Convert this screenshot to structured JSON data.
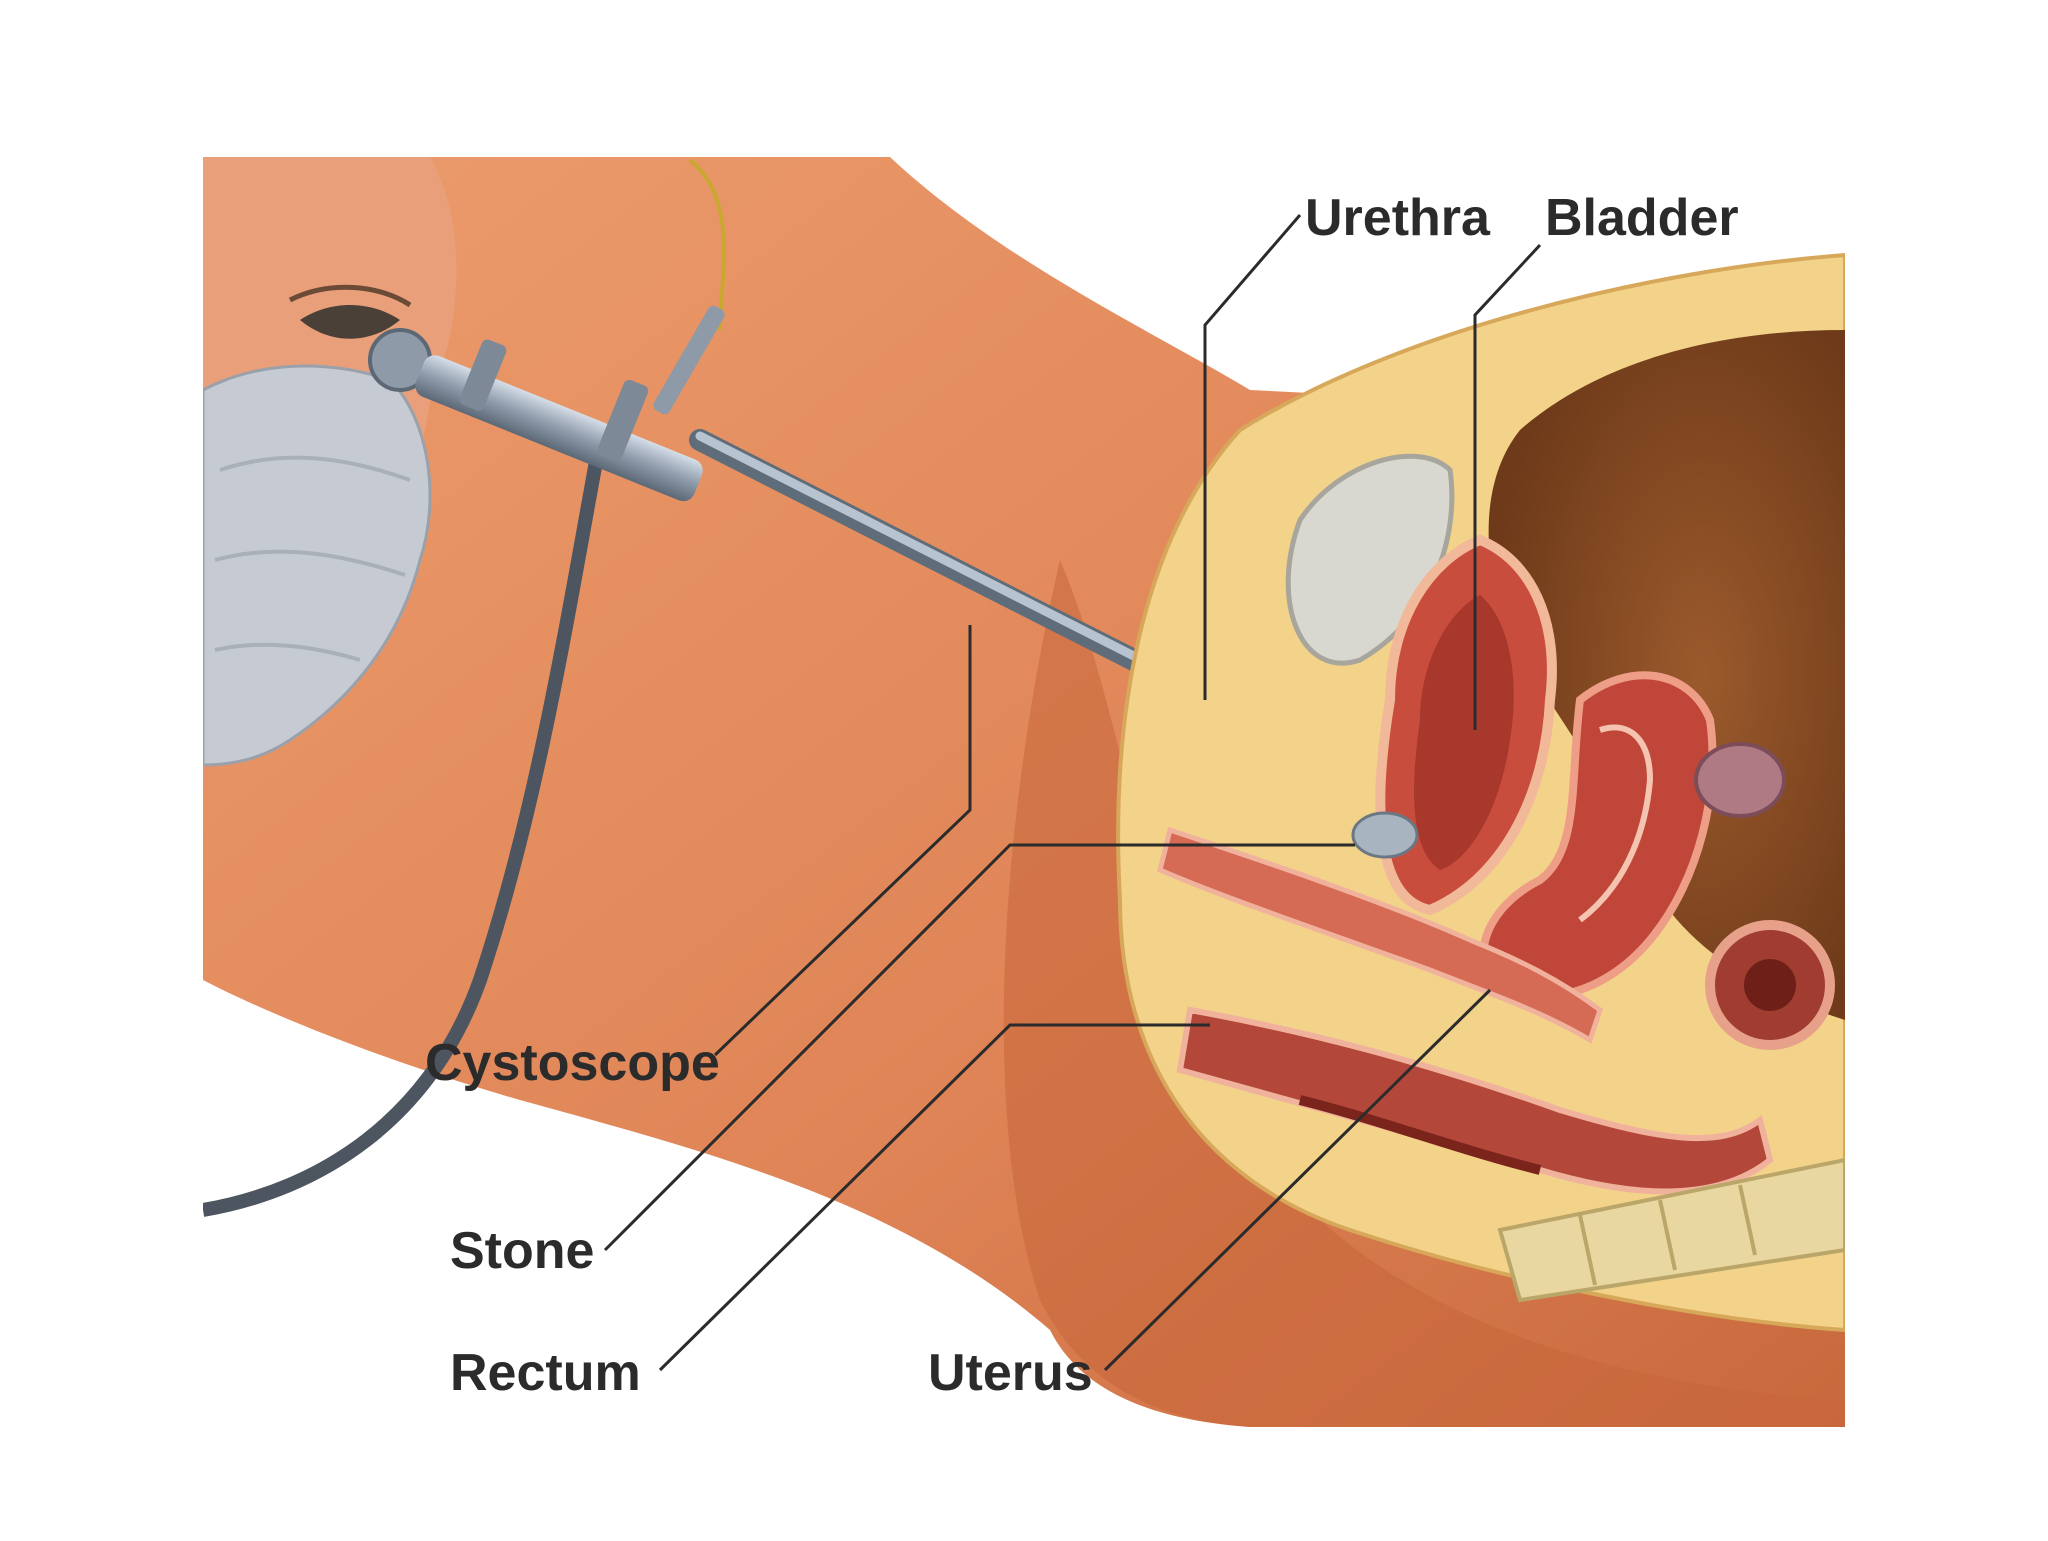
{
  "labels": {
    "urethra": "Urethra",
    "bladder": "Bladder",
    "cystoscope": "Cystoscope",
    "stone": "Stone",
    "rectum": "Rectum",
    "uterus": "Uterus"
  },
  "colors": {
    "skin": "#e08a5c",
    "skin_shadow": "#c96a3e",
    "fat": "#f3d289",
    "organ_red": "#c94d3c",
    "organ_dark": "#8e2a22",
    "bladder_cavity": "#8a4d25",
    "mask": "#c7ccd4",
    "instrument": "#9aa8b6",
    "bone": "#cfcfc7",
    "label": "#2b2b2b"
  }
}
